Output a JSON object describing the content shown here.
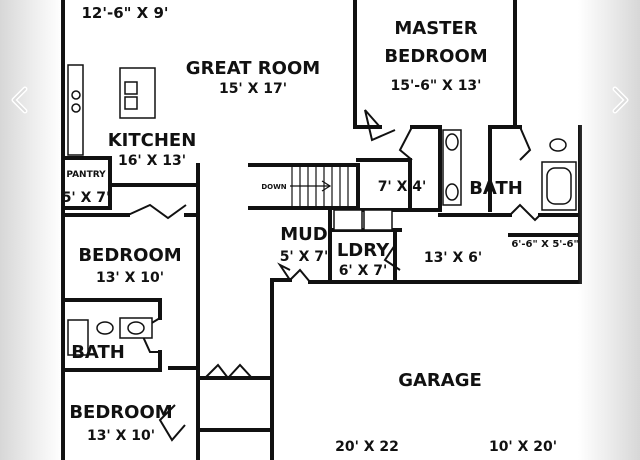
{
  "viewer": {
    "prev_icon": "chevron-left-icon",
    "next_icon": "chevron-right-icon"
  },
  "floorplan": {
    "rooms": {
      "top_left_dim": "12'-6\" X 9'",
      "great_room": "GREAT ROOM",
      "great_room_dim": "15' X 17'",
      "master_bedroom_line1": "MASTER",
      "master_bedroom_line2": "BEDROOM",
      "master_bedroom_dim": "15'-6\" X 13'",
      "kitchen": "KITCHEN",
      "kitchen_dim": "16' X 13'",
      "pantry": "PANTRY",
      "pantry_dim": "5' X 7'",
      "stair_label": "DOWN",
      "closet_dim": "7' X 4'",
      "bath_master": "BATH",
      "bath_master_extra_dim": "6'-6\" X 5'-6\"",
      "mud": "MUD",
      "mud_dim": "5' X 7'",
      "laundry": "LDRY",
      "laundry_dim": "6' X 7'",
      "hall_dim": "13' X 6'",
      "bedroom_1": "BEDROOM",
      "bedroom_1_dim": "13' X 10'",
      "bath_hall": "BATH",
      "garage": "GARAGE",
      "bedroom_2": "BEDROOM",
      "bedroom_2_dim": "13' X 10'",
      "garage_dim_left": "20' X 22",
      "garage_dim_right": "10' X 20'"
    }
  }
}
